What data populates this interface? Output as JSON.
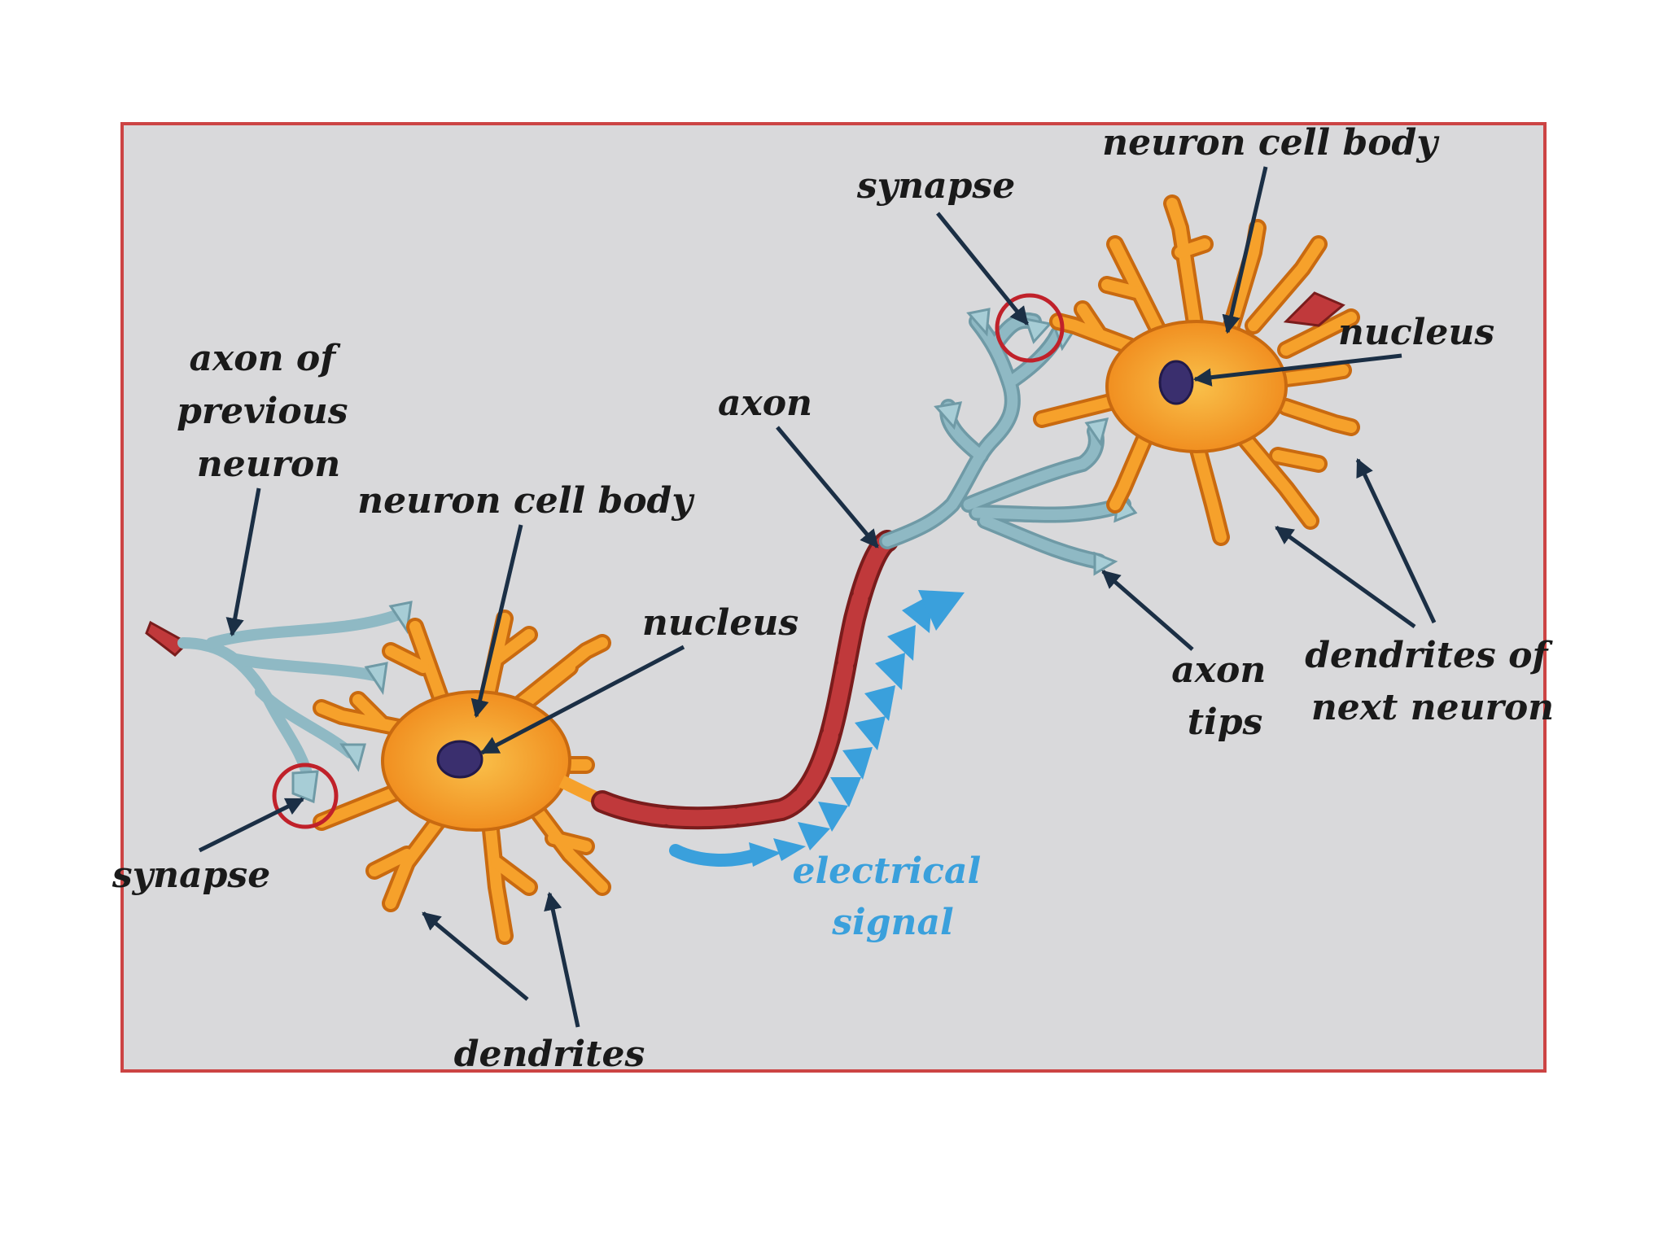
{
  "diagram": {
    "labels": {
      "axon_of_previous_neuron": [
        "axon of",
        "previous",
        "neuron"
      ],
      "neuron_cell_body_left": "neuron cell body",
      "nucleus_left": "nucleus",
      "synapse_left": "synapse",
      "dendrites": "dendrites",
      "axon": "axon",
      "electrical_signal": [
        "electrical",
        "signal"
      ],
      "synapse_right": "synapse",
      "neuron_cell_body_right": "neuron cell body",
      "nucleus_right": "nucleus",
      "axon_tips": [
        "axon",
        "tips"
      ],
      "dendrites_of_next_neuron": [
        "dendrites of",
        "next neuron"
      ]
    },
    "colors": {
      "frame": "#cc4444",
      "panel": "#d9d9db",
      "cell_body": "#f6a12b",
      "cell_outline": "#c96a10",
      "nucleus": "#3a2f6e",
      "axon": "#c0393b",
      "axon_tips": "#8fb9c4",
      "signal": "#3aa0dc",
      "arrow": "#1b2f45",
      "synapse_circle": "#c0212a"
    }
  }
}
